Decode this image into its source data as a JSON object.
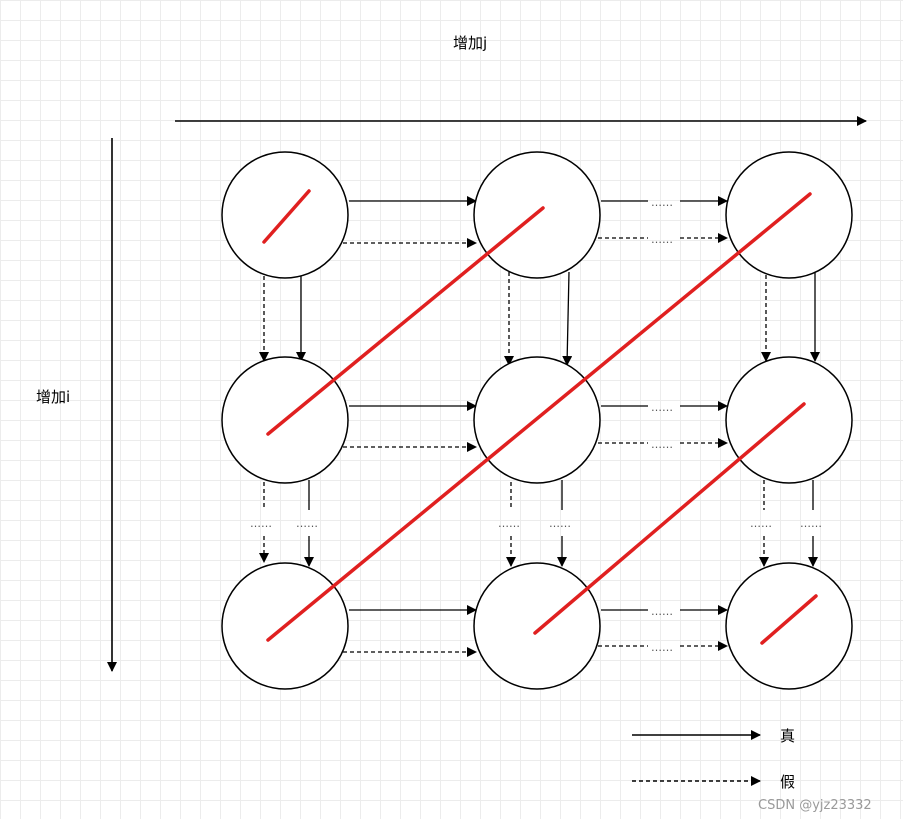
{
  "labels": {
    "increase_j": "增加j",
    "increase_i": "增加i",
    "ellipsis": "……"
  },
  "legend": {
    "true_label": "真",
    "false_label": "假"
  },
  "watermark": "CSDN @yjz23332",
  "colors": {
    "stroke": "#000000",
    "diagonal": "#e02020"
  }
}
